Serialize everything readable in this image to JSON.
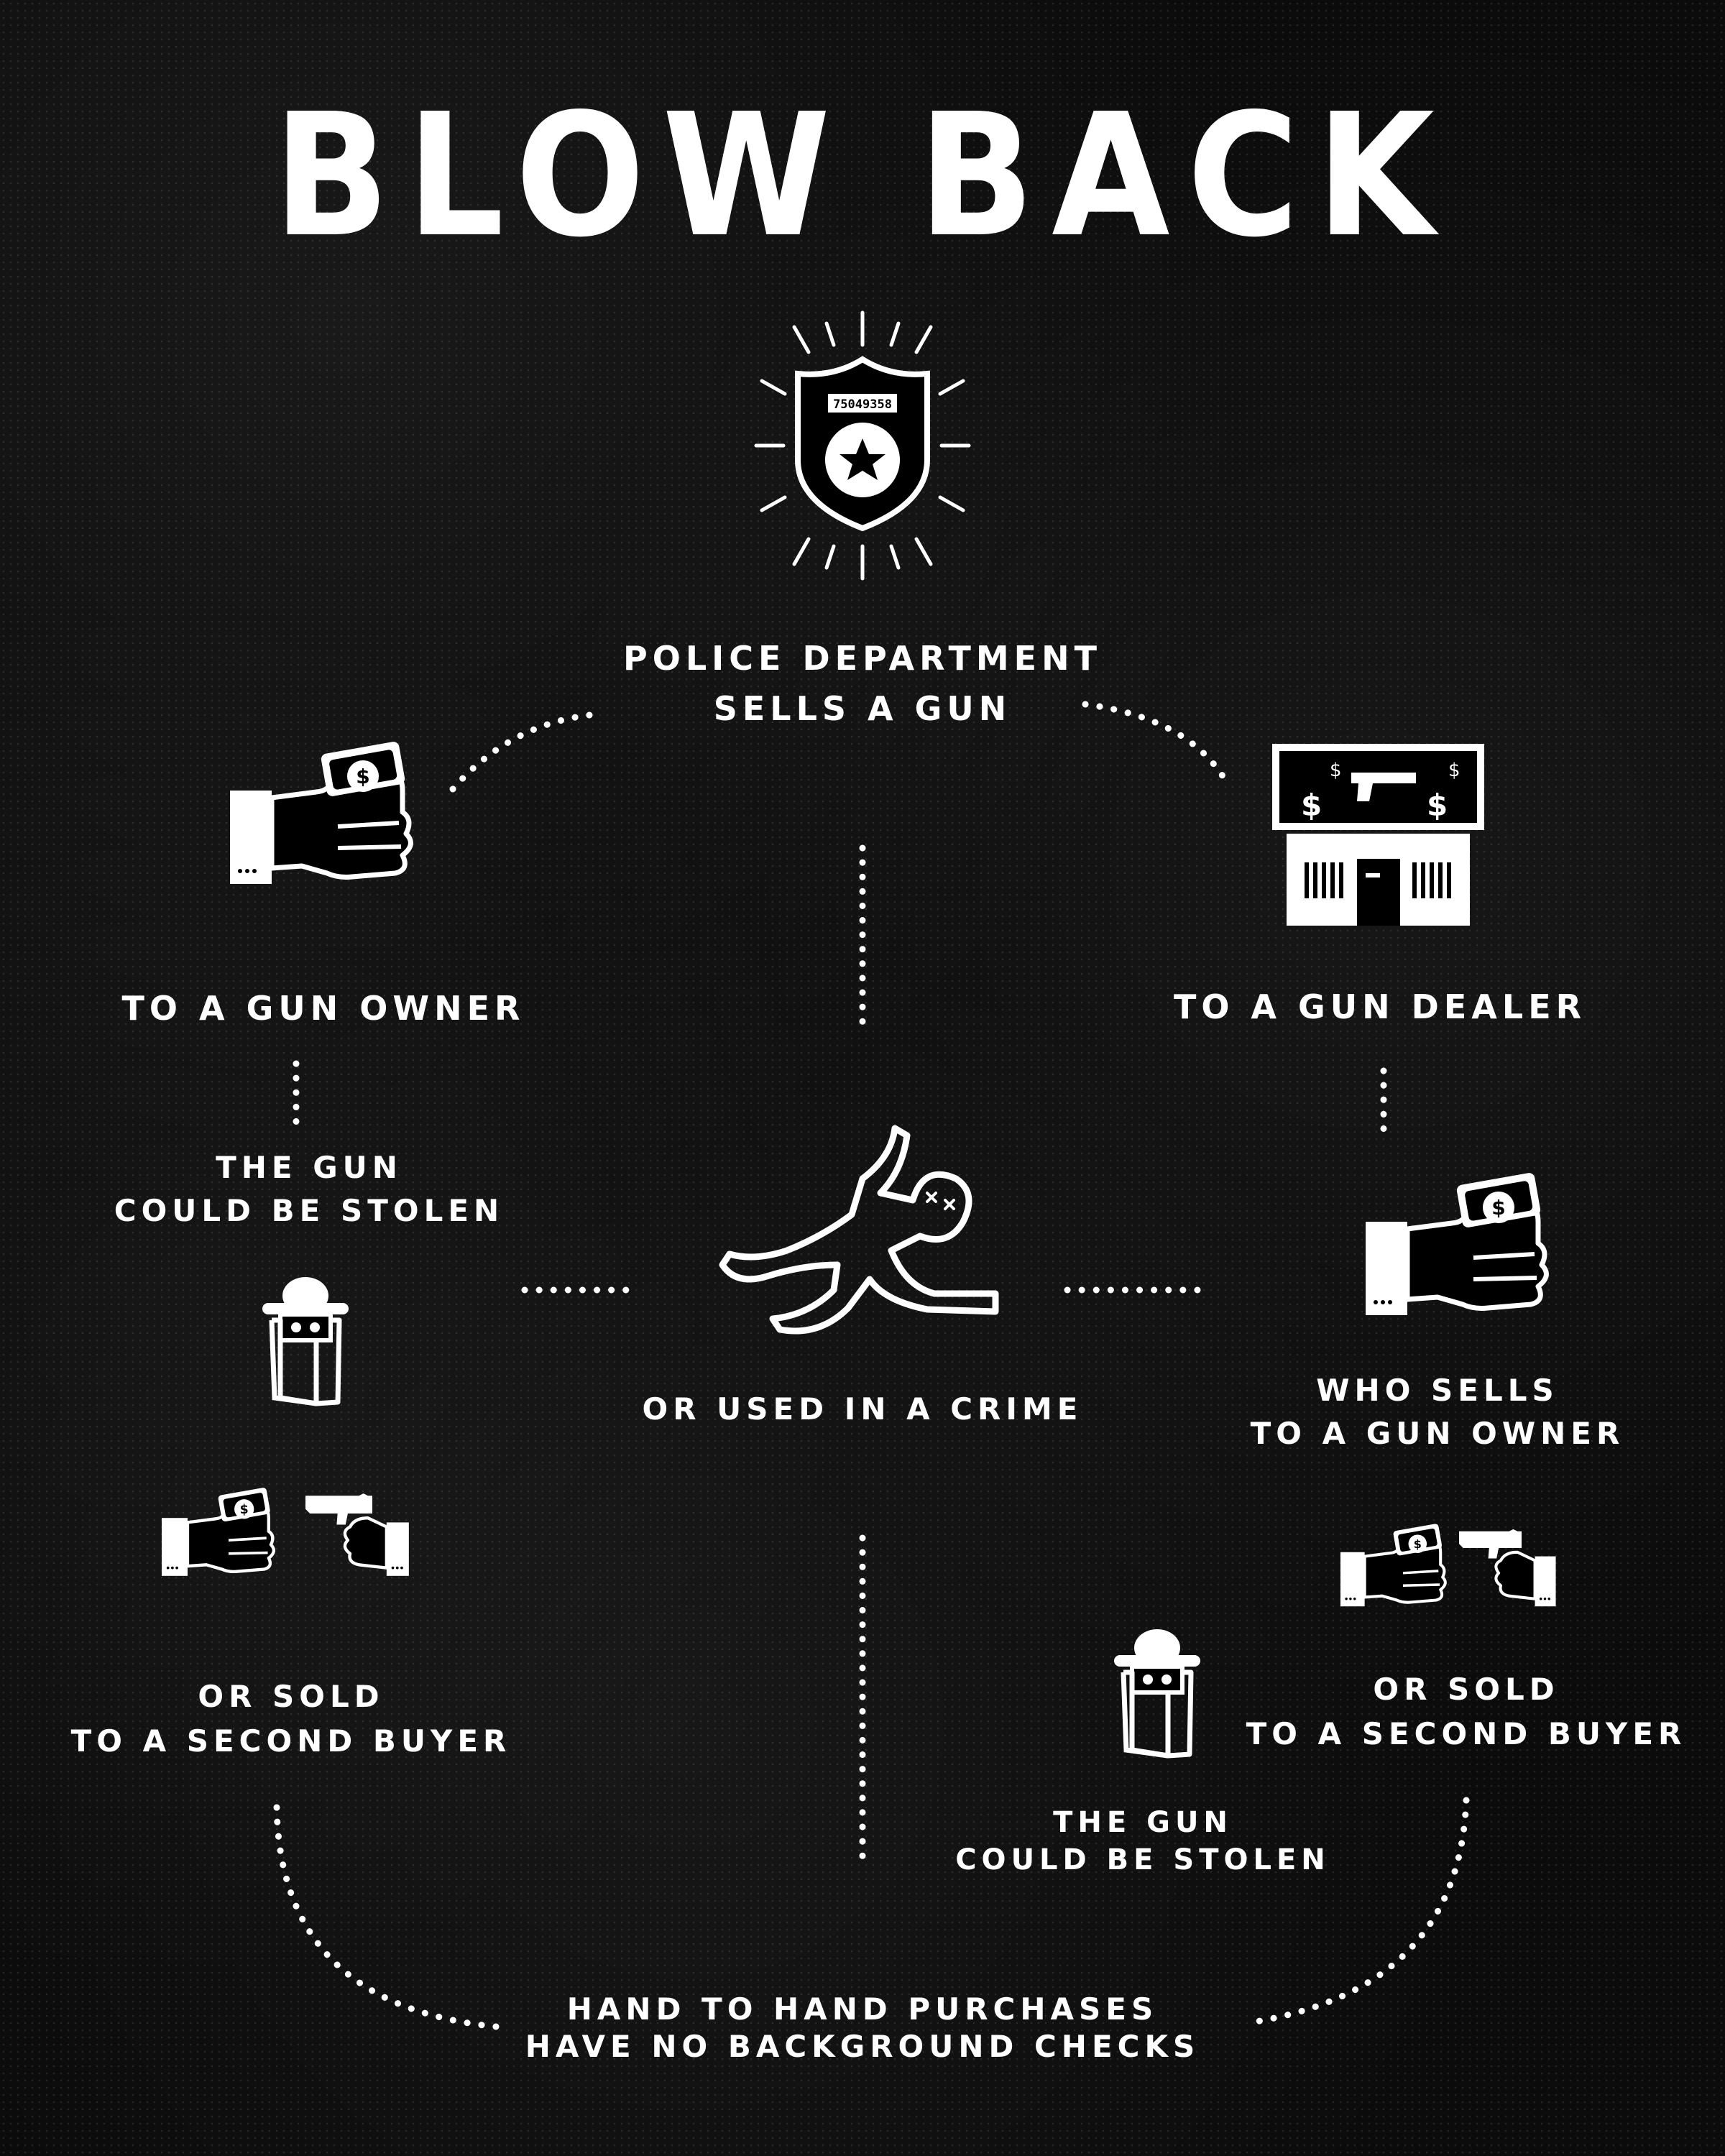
{
  "title": "BLOW BACK",
  "badge_number": "75049358",
  "nodes": {
    "police": {
      "line1": "POLICE DEPARTMENT",
      "line2": "SELLS A GUN"
    },
    "gun_owner": "TO A GUN OWNER",
    "gun_dealer": "TO A GUN DEALER",
    "stolen_left": {
      "line1": "THE GUN",
      "line2": "COULD BE STOLEN"
    },
    "crime": "OR USED IN A CRIME",
    "dealer_sells": {
      "line1": "WHO SELLS",
      "line2": "TO A GUN OWNER"
    },
    "second_buyer_left": {
      "line1": "OR SOLD",
      "line2": "TO A SECOND BUYER"
    },
    "second_buyer_right": {
      "line1": "OR SOLD",
      "line2": "TO A SECOND BUYER"
    },
    "stolen_right": {
      "line1": "THE GUN",
      "line2": "COULD BE STOLEN"
    },
    "hand_to_hand": {
      "line1": "HAND TO HAND PURCHASES",
      "line2": "HAVE NO BACKGROUND CHECKS"
    }
  },
  "icons": [
    "police-badge-icon",
    "hand-with-money-icon",
    "gun-store-icon",
    "thief-icon",
    "chalk-outline-icon",
    "hand-with-gun-icon"
  ],
  "colors": {
    "background": "#0b0b0b",
    "foreground": "#ffffff"
  }
}
